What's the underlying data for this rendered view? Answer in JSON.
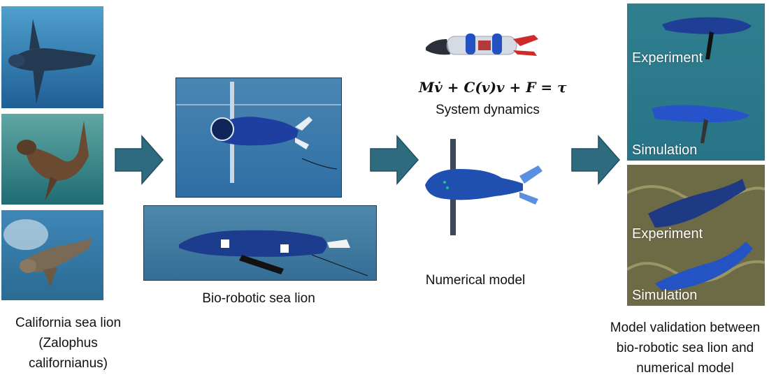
{
  "labels": {
    "sea_lion_l1": "California sea lion",
    "sea_lion_l2": "(Zalophus",
    "sea_lion_l3": "californianus)",
    "bio_robot": "Bio-robotic sea lion",
    "equation": "Mv̇ + C(v)v + F = τ",
    "system_dynamics": "System dynamics",
    "numerical_model": "Numerical model",
    "validation_l1": "Model validation between",
    "validation_l2": "bio-robotic sea lion and",
    "validation_l3": "numerical model"
  },
  "overlays": {
    "top_experiment": "Experiment",
    "top_simulation": "Simulation",
    "bottom_experiment": "Experiment",
    "bottom_simulation": "Simulation"
  },
  "colors": {
    "arrow": "#2f6b7f",
    "robot_blue": "#1e4fb0",
    "water": "#2b6f9c"
  }
}
